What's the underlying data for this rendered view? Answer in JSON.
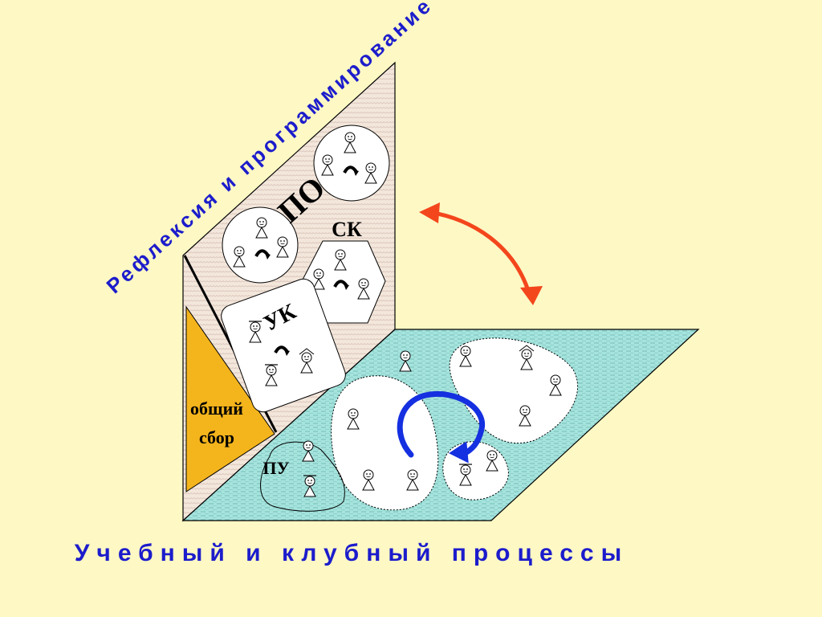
{
  "labels": {
    "vertical_plane": "Рефлексия и программирование",
    "horizontal_plane": "Учебный и клубный процессы",
    "po": "ПО",
    "sk": "СК",
    "uk": "УК",
    "pu": "ПУ",
    "common_gathering_line1": "общий",
    "common_gathering_line2": "сбор"
  },
  "colors": {
    "background": "#fdf8c4",
    "vertical_plane_fill": "#f3e7dc",
    "horizontal_plane_fill": "#a6e4de",
    "triangle_fill": "#f4b41c",
    "blue_text": "#1c1ccc",
    "red_arrow": "#f4461c",
    "blue_arrow": "#1530e0"
  }
}
